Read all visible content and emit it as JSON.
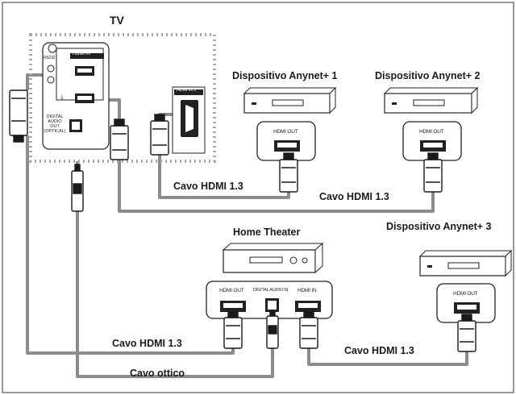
{
  "labels": {
    "tv": "TV",
    "anynet1": "Dispositivo Anynet+ 1",
    "anynet2": "Dispositivo Anynet+ 2",
    "anynet3": "Dispositivo Anynet+ 3",
    "home_theater": "Home Theater",
    "cable_hdmi_a": "Cavo HDMI 1.3",
    "cable_hdmi_b": "Cavo HDMI 1.3",
    "cable_hdmi_c": "Cavo HDMI 1.3",
    "cable_hdmi_d": "Cavo HDMI 1.3",
    "cable_optical": "Cavo ottico"
  },
  "ports": {
    "tv_hdmi_in": "HDMI IN",
    "tv_hdmi_in3": "HDMI IN 3",
    "tv_rs232": "RS232",
    "tv_input1": "1",
    "tv_digital_audio_l1": "DIGITAL",
    "tv_digital_audio_l2": "AUDIO",
    "tv_digital_audio_l3": "OUT",
    "tv_digital_audio_l4": "(OPTICAL)",
    "dev1_hdmi_out": "HDMI OUT",
    "dev2_hdmi_out": "HDMI OUT",
    "dev3_hdmi_out": "HDMI OUT",
    "ht_hdmi_out": "HDMI OUT",
    "ht_digital_audio_in": "DIGITAL AUDIO IN",
    "ht_hdmi_in": "HDMI IN"
  },
  "colors": {
    "cable": "#8c8c8c",
    "outline": "#1a1a1a",
    "tv_border": "#a8a8a8"
  }
}
